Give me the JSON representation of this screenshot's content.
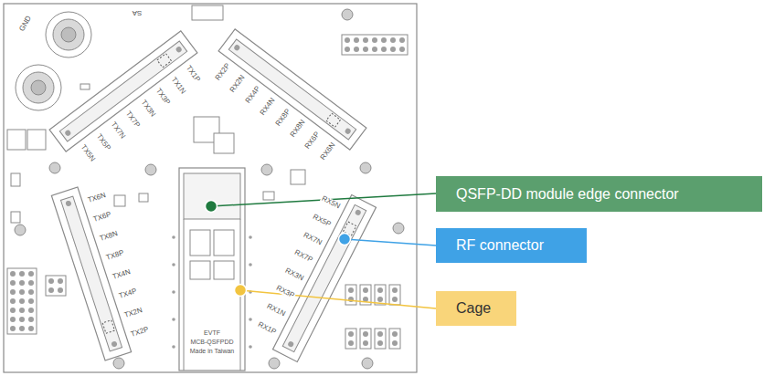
{
  "diagram": {
    "nodes": [
      {
        "text": [
          "QSFP-DD module edge connector"
        ]
      },
      {
        "text": [
          "RF connector"
        ]
      },
      {
        "text": [
          "Cage"
        ]
      }
    ],
    "labels": [
      "TX1P",
      "TX1N",
      "TX3P",
      "TX3N",
      "TX7P",
      "TX7N",
      "TX5P",
      "TX5N",
      "RX2P",
      "RX2N",
      "RX4P",
      "RX4N",
      "RX8P",
      "RX8N",
      "RX6P",
      "RX6N",
      "TX6N",
      "TX6P",
      "TX8N",
      "TX8P",
      "TX4N",
      "TX4P",
      "TX2N",
      "TX2P",
      "RX5N",
      "RX5P",
      "RX7N",
      "RX7P",
      "RX3N",
      "RX3P",
      "RX1N",
      "RX1P",
      "GND",
      "SA",
      "EVTF",
      "MCB-QSFPDD",
      "Made in Taiwan"
    ]
  }
}
